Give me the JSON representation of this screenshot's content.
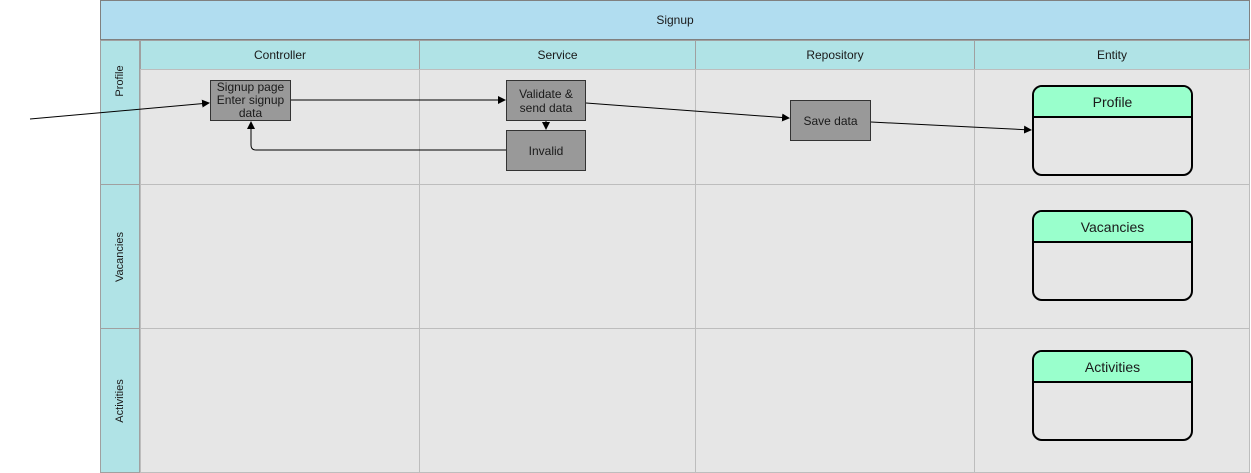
{
  "pool": {
    "title": "Signup"
  },
  "columns": [
    "Controller",
    "Service",
    "Repository",
    "Entity"
  ],
  "rows": [
    "Profile",
    "Vacancies",
    "Activities"
  ],
  "nodes": {
    "signup_page": "Signup page\nEnter signup data",
    "validate": "Validate &\nsend data",
    "invalid": "Invalid",
    "save": "Save data"
  },
  "entities": [
    "Profile",
    "Vacancies",
    "Activities"
  ],
  "colors": {
    "pool_header": "#b1ddf0",
    "lane_header": "#b0e3e6",
    "lane_body": "#e6e6e6",
    "process_box": "#999999",
    "entity_header": "#99ffcc"
  }
}
